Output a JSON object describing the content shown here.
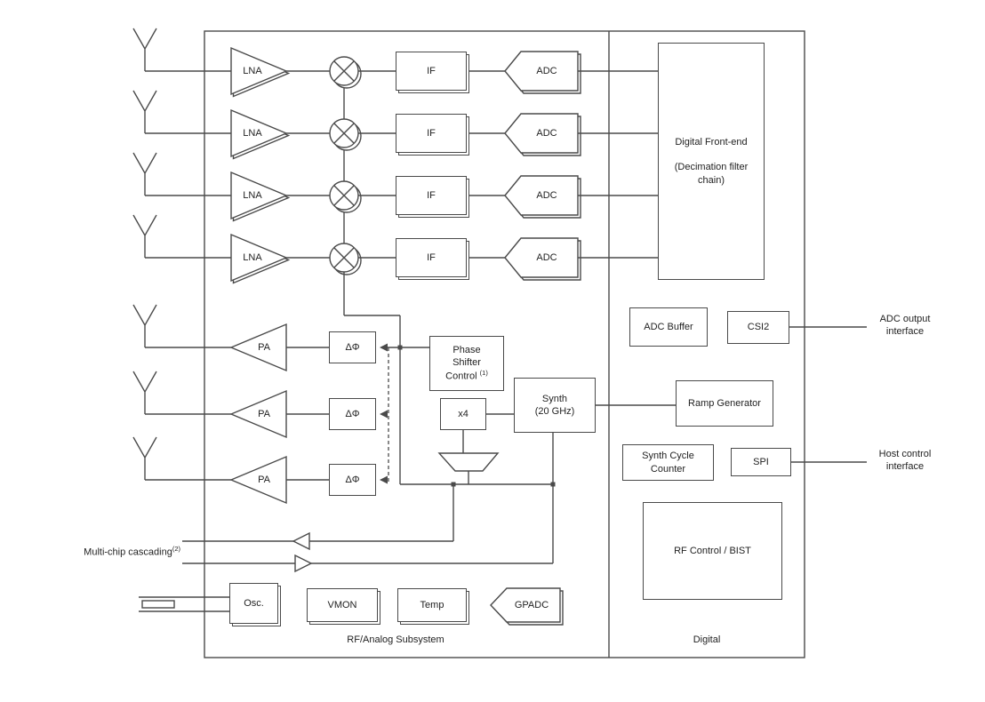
{
  "sections": {
    "rf": {
      "label": "RF/Analog Subsystem"
    },
    "digital": {
      "label": "Digital"
    }
  },
  "rx": {
    "lna": "LNA",
    "if": "IF",
    "adc": "ADC"
  },
  "tx": {
    "pa": "PA",
    "phase_shifter": "ΔΦ"
  },
  "blocks": {
    "digital_front_end": {
      "line1": "Digital Front-end",
      "line2": "(Decimation filter chain)"
    },
    "phase_shifter_control": {
      "line1": "Phase",
      "line2": "Shifter",
      "line3": "Control ",
      "sup": "(1)"
    },
    "multiplier_x4": "x4",
    "synth": {
      "line1": "Synth",
      "line2": "(20 GHz)"
    },
    "adc_buffer": "ADC Buffer",
    "csi2": "CSI2",
    "ramp_generator": "Ramp Generator",
    "synth_cycle_counter": {
      "line1": "Synth Cycle",
      "line2": "Counter"
    },
    "spi": "SPI",
    "rf_control_bist": "RF Control / BIST",
    "osc": "Osc.",
    "vmon": "VMON",
    "temp": "Temp",
    "gpadc": "GPADC"
  },
  "annotations": {
    "multi_chip_cascading": {
      "text": "Multi-chip cascading",
      "sup": "(2)"
    },
    "adc_output_interface": {
      "line1": "ADC output",
      "line2": "interface"
    },
    "host_control_interface": {
      "line1": "Host control",
      "line2": "interface"
    }
  },
  "colors": {
    "line": "#4a4a4a",
    "background": "#ffffff"
  }
}
